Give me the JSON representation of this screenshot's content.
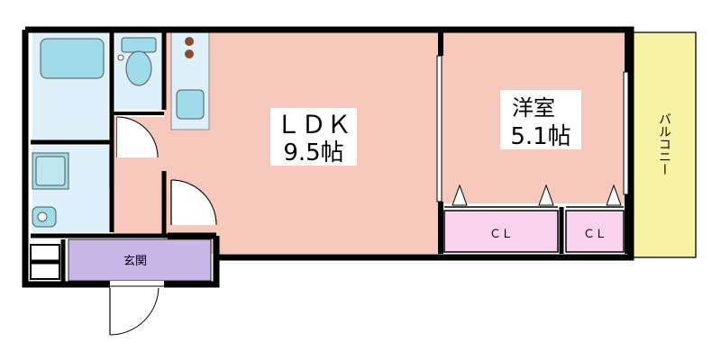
{
  "rooms": {
    "ldk": {
      "name": "ＬＤＫ",
      "size": "9.5帖"
    },
    "western": {
      "name": "洋室",
      "size": "5.1帖"
    },
    "closet_1": {
      "name": "ＣＬ"
    },
    "closet_2": {
      "name": "ＣＬ"
    },
    "entrance": {
      "name": "玄関"
    },
    "balcony": {
      "name": "バルコニー"
    }
  },
  "colors": {
    "ldk": "#f7c9bd",
    "western": "#f7c9bd",
    "wet_area": "#def0fa",
    "fixture": "#9fdbe9",
    "closet": "#f9d2ee",
    "entrance": "#c9b6e6",
    "balcony": "#f7f2a4",
    "wall": "#000000"
  },
  "icons": [
    "bathtub-icon",
    "toilet-icon",
    "sink-icon",
    "washing-machine-icon",
    "stove-burner-icon"
  ]
}
